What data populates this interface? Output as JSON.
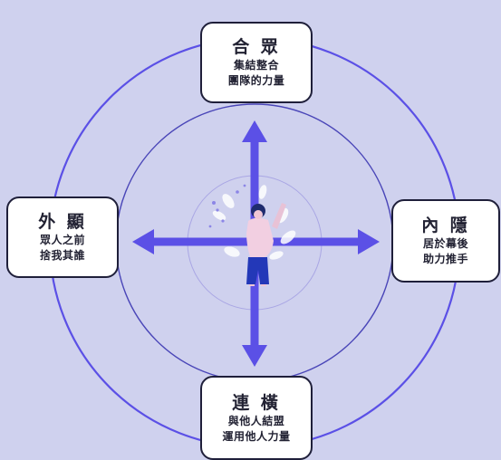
{
  "cards": {
    "top": {
      "title": "合 眾",
      "line1": "集結整合",
      "line2": "團隊的力量"
    },
    "left": {
      "title": "外 顯",
      "line1": "眾人之前",
      "line2": "捨我其誰"
    },
    "right": {
      "title": "內 隱",
      "line1": "居於幕後",
      "line2": "助力推手"
    },
    "bottom": {
      "title": "連 橫",
      "line1": "與他人結盟",
      "line2": "運用他人力量"
    }
  },
  "colors": {
    "background": "#cfd1ee",
    "circle_stroke": "#5b50e6",
    "arrow": "#5b50e6",
    "card_border": "#1f1f3a",
    "card_fill": "#ffffff",
    "text": "#222233"
  },
  "illustration": "person-with-raised-arm-icon"
}
